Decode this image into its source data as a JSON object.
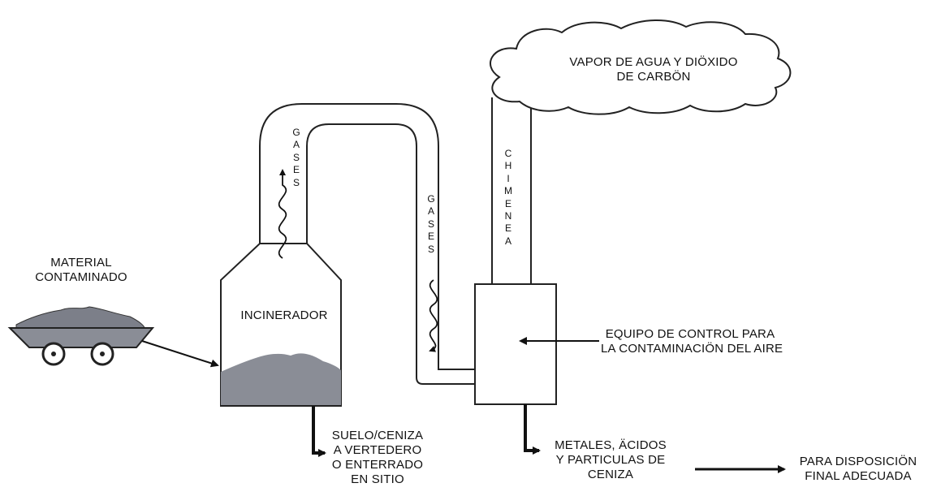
{
  "labels": {
    "material": [
      "MATERIAL",
      "CONTAMINADO"
    ],
    "incinerador": "INCINERADOR",
    "vapor": [
      "VAPOR DE AGUA Y DIÖXIDO",
      "DE CARBÖN"
    ],
    "equipo": [
      "EQUIPO DE CONTROL PARA",
      "LA CONTAMINACIÖN DEL AIRE"
    ],
    "suelo": [
      "SUELO/CENIZA",
      "A VERTEDERO",
      "O ENTERRADO",
      "EN SITIO"
    ],
    "metales": [
      "METALES, ÄCIDOS",
      "Y PARTICULAS DE",
      "CENIZA"
    ],
    "disposicion": [
      "PARA DISPOSICIÖN",
      "FINAL ADECUADA"
    ],
    "gases_1": [
      "G",
      "A",
      "S",
      "E",
      "S"
    ],
    "gases_2": [
      "G",
      "A",
      "S",
      "E",
      "S"
    ],
    "chimenea": [
      "C",
      "H",
      "I",
      "M",
      "E",
      "N",
      "E",
      "A"
    ]
  },
  "colors": {
    "ash": "#8a8d96",
    "line": "#111111"
  }
}
